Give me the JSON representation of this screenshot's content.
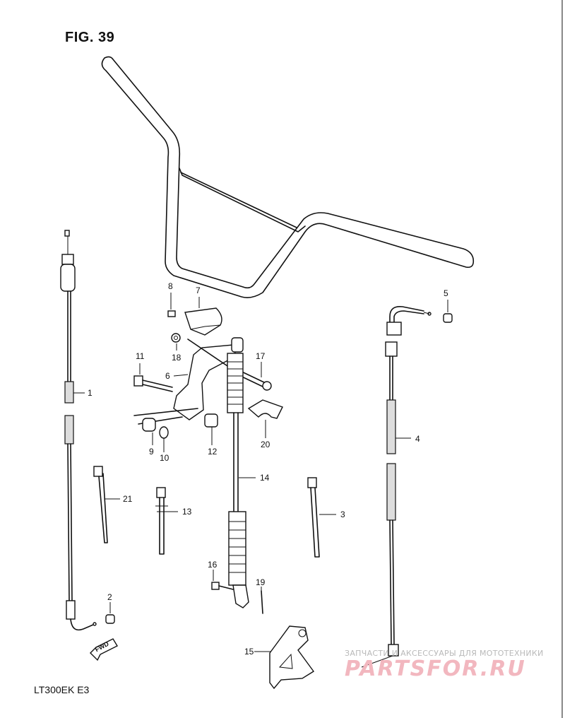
{
  "figure": {
    "title": "FIG. 39",
    "model": "LT300EK  E3"
  },
  "callouts": [
    {
      "id": "1",
      "label": "1"
    },
    {
      "id": "2",
      "label": "2"
    },
    {
      "id": "3",
      "label": "3"
    },
    {
      "id": "4",
      "label": "4"
    },
    {
      "id": "5",
      "label": "5"
    },
    {
      "id": "6",
      "label": "6"
    },
    {
      "id": "7",
      "label": "7"
    },
    {
      "id": "8",
      "label": "8"
    },
    {
      "id": "9",
      "label": "9"
    },
    {
      "id": "10",
      "label": "10"
    },
    {
      "id": "11",
      "label": "11"
    },
    {
      "id": "12",
      "label": "12"
    },
    {
      "id": "13",
      "label": "13"
    },
    {
      "id": "14",
      "label": "14"
    },
    {
      "id": "15",
      "label": "15"
    },
    {
      "id": "16",
      "label": "16"
    },
    {
      "id": "17",
      "label": "17"
    },
    {
      "id": "18",
      "label": "18"
    },
    {
      "id": "19",
      "label": "19"
    },
    {
      "id": "20",
      "label": "20"
    },
    {
      "id": "21",
      "label": "21"
    }
  ],
  "fwd_label": "FWD",
  "watermark": {
    "subtitle": "ЗАПЧАСТИ И АКСЕССУАРЫ ДЛЯ МОТОТЕХНИКИ",
    "brand": "PARTSFOR.RU"
  }
}
